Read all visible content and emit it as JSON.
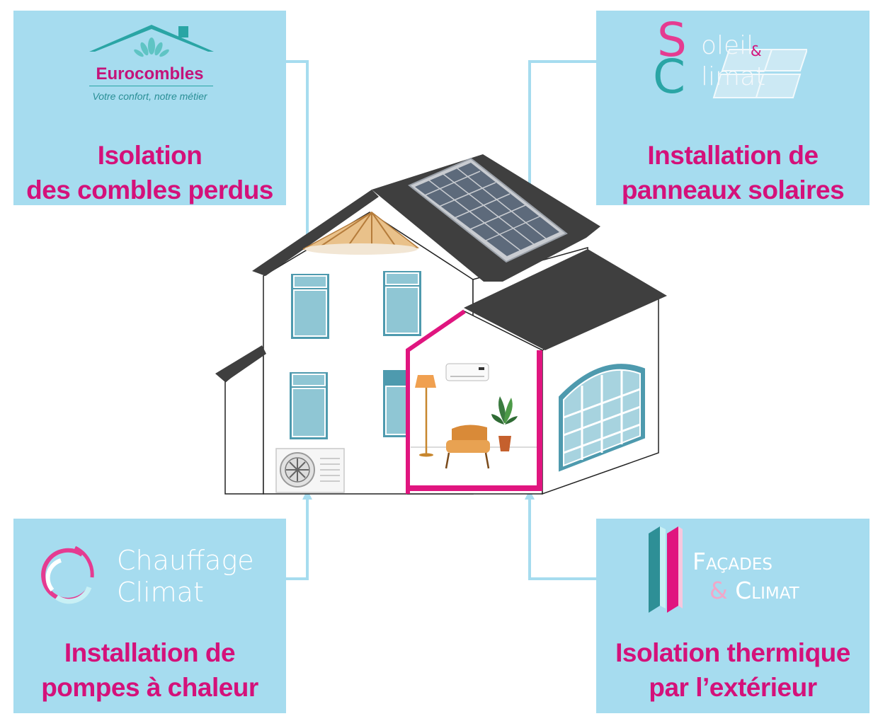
{
  "cards": {
    "top_left": {
      "logo": {
        "name": "Eurocombles",
        "tagline": "Votre confort, notre métier",
        "icon": "roof-lotus-icon"
      },
      "title_lines": [
        "Isolation",
        "des combles perdus"
      ]
    },
    "top_right": {
      "logo": {
        "line1": "oleil",
        "line2": "limat",
        "amp": "&",
        "initial1": "S",
        "initial2": "C",
        "icon": "solar-panel-icon"
      },
      "title_lines": [
        "Installation de",
        "panneaux solaires"
      ]
    },
    "bottom_left": {
      "logo": {
        "line1": "Chauffage",
        "line2": "Climat",
        "icon": "swirl-icon"
      },
      "title_lines": [
        "Installation de",
        "pompes à chaleur"
      ]
    },
    "bottom_right": {
      "logo": {
        "line1": "Façades",
        "line2": "Climat",
        "amp": "&",
        "icon": "glass-panes-icon"
      },
      "title_lines": [
        "Isolation thermique",
        "par l’extérieur"
      ]
    }
  },
  "colors": {
    "card_bg": "#a6dcef",
    "title": "#d4117a",
    "connector": "#a6dcef",
    "roof": "#3f3f3f",
    "pink_frame": "#e0157f",
    "teal": "#2aa5a5"
  }
}
